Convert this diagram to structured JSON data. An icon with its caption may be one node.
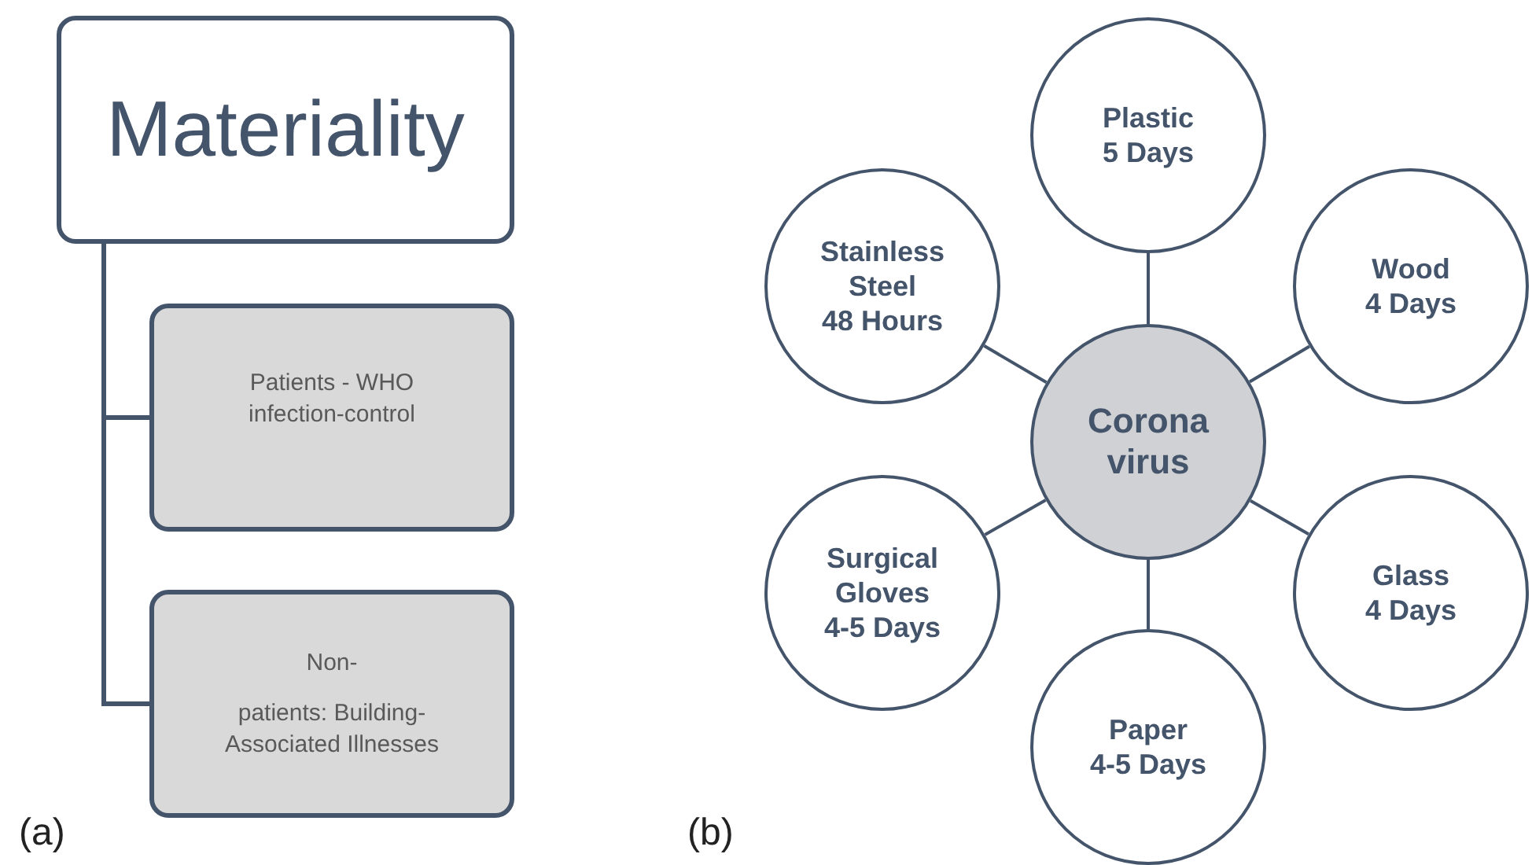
{
  "diagram": {
    "nodes": [
      {
        "text": [
          "Materiality"
        ]
      },
      {
        "text": [
          "Patients - WHO infection-control"
        ]
      },
      {
        "text": [
          "Non-",
          "patients: Building-Associated Illnesses"
        ]
      },
      {
        "text": [
          "Plastic",
          "5 Days"
        ]
      },
      {
        "text": [
          "Stainless Steel",
          "48 Hours"
        ]
      },
      {
        "text": [
          "Wood",
          "4 Days"
        ]
      },
      {
        "text": [
          "Corona virus"
        ]
      },
      {
        "text": [
          "Surgical Gloves",
          "4-5 Days"
        ]
      },
      {
        "text": [
          "Glass",
          "4 Days"
        ]
      },
      {
        "text": [
          "Paper",
          "4-5 Days"
        ]
      }
    ],
    "edges": [
      {
        "from": 0,
        "to": 1,
        "arrow": "none"
      },
      {
        "from": 0,
        "to": 2,
        "arrow": "none"
      },
      {
        "from": 6,
        "to": 3,
        "arrow": "none"
      },
      {
        "from": 6,
        "to": 4,
        "arrow": "none"
      },
      {
        "from": 6,
        "to": 5,
        "arrow": "none"
      },
      {
        "from": 6,
        "to": 7,
        "arrow": "none"
      },
      {
        "from": 6,
        "to": 8,
        "arrow": "none"
      },
      {
        "from": 6,
        "to": 9,
        "arrow": "none"
      }
    ],
    "labels": [
      "(a)",
      "(b)"
    ]
  }
}
